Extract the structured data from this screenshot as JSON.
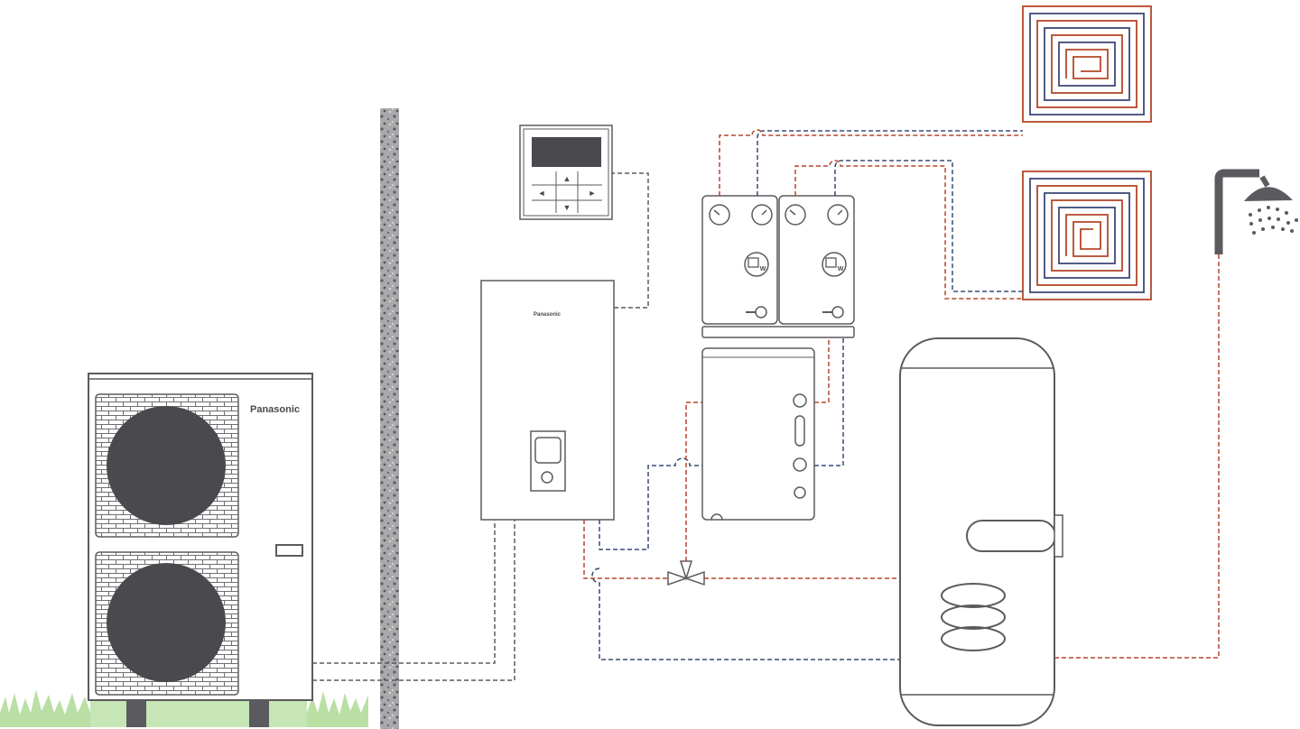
{
  "outdoor_unit": {
    "brand": "Panasonic"
  },
  "indoor_unit": {
    "brand": "Panasonic"
  },
  "colors": {
    "outline": "#5b5b5f",
    "fill_dark": "#4a4a4e",
    "hot_pipe": "#b5472a",
    "cold_pipe": "#3c4a78",
    "signal_pipe": "#5b5b5f",
    "grass": "#b9dfa5",
    "wall": "#a8a8aa"
  },
  "icons": {
    "controller_arrows": [
      "▲",
      "◄",
      "►",
      "▼"
    ],
    "pump_label": "W"
  }
}
